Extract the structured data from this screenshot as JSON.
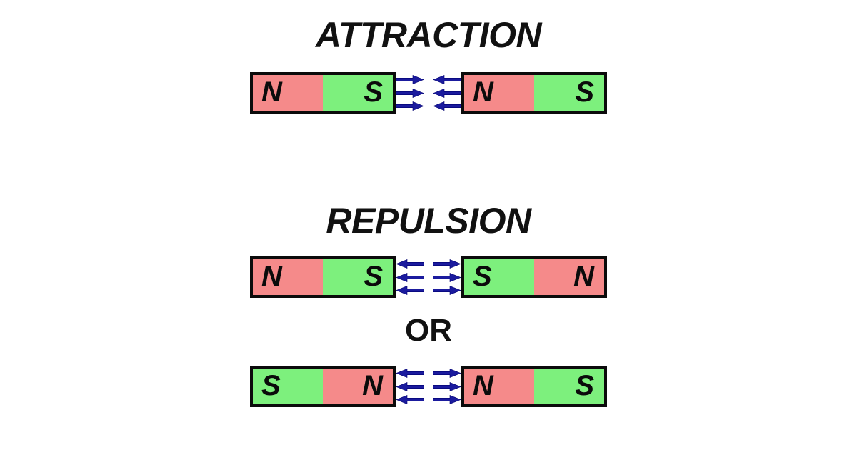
{
  "page": {
    "background_color": "#ffffff",
    "subject": "magnet-poles-attraction-repulsion-diagram"
  },
  "colors": {
    "north_pole": "#f58a8a",
    "south_pole": "#7df07d",
    "magnet_outline": "#0b0b0b",
    "arrow": "#1b1b9e",
    "text": "#111111"
  },
  "sections": [
    {
      "id": "attraction",
      "title": "ATTRACTION",
      "rows": [
        {
          "id": "attraction-row",
          "left_magnet": {
            "poles": [
              {
                "label": "N",
                "color": "#f58a8a",
                "type": "north",
                "align": "left"
              },
              {
                "label": "S",
                "color": "#7df07d",
                "type": "south",
                "align": "right"
              }
            ]
          },
          "arrows": {
            "left_group_direction": "right",
            "right_group_direction": "left",
            "count_per_group": 3,
            "meaning": "arrows point toward each other"
          },
          "right_magnet": {
            "poles": [
              {
                "label": "N",
                "color": "#f58a8a",
                "type": "north",
                "align": "left"
              },
              {
                "label": "S",
                "color": "#7df07d",
                "type": "south",
                "align": "right"
              }
            ]
          }
        }
      ]
    },
    {
      "id": "repulsion",
      "title": "REPULSION",
      "divider_label": "OR",
      "rows": [
        {
          "id": "repulsion-row-1",
          "left_magnet": {
            "poles": [
              {
                "label": "N",
                "color": "#f58a8a",
                "type": "north",
                "align": "left"
              },
              {
                "label": "S",
                "color": "#7df07d",
                "type": "south",
                "align": "right"
              }
            ]
          },
          "arrows": {
            "left_group_direction": "left",
            "right_group_direction": "right",
            "count_per_group": 3,
            "meaning": "arrows point away from each other"
          },
          "right_magnet": {
            "poles": [
              {
                "label": "S",
                "color": "#7df07d",
                "type": "south",
                "align": "left"
              },
              {
                "label": "N",
                "color": "#f58a8a",
                "type": "north",
                "align": "right"
              }
            ]
          }
        },
        {
          "id": "repulsion-row-2",
          "left_magnet": {
            "poles": [
              {
                "label": "S",
                "color": "#7df07d",
                "type": "south",
                "align": "left"
              },
              {
                "label": "N",
                "color": "#f58a8a",
                "type": "north",
                "align": "right"
              }
            ]
          },
          "arrows": {
            "left_group_direction": "left",
            "right_group_direction": "right",
            "count_per_group": 3,
            "meaning": "arrows point away from each other"
          },
          "right_magnet": {
            "poles": [
              {
                "label": "N",
                "color": "#f58a8a",
                "type": "north",
                "align": "left"
              },
              {
                "label": "S",
                "color": "#7df07d",
                "type": "south",
                "align": "right"
              }
            ]
          }
        }
      ]
    }
  ]
}
